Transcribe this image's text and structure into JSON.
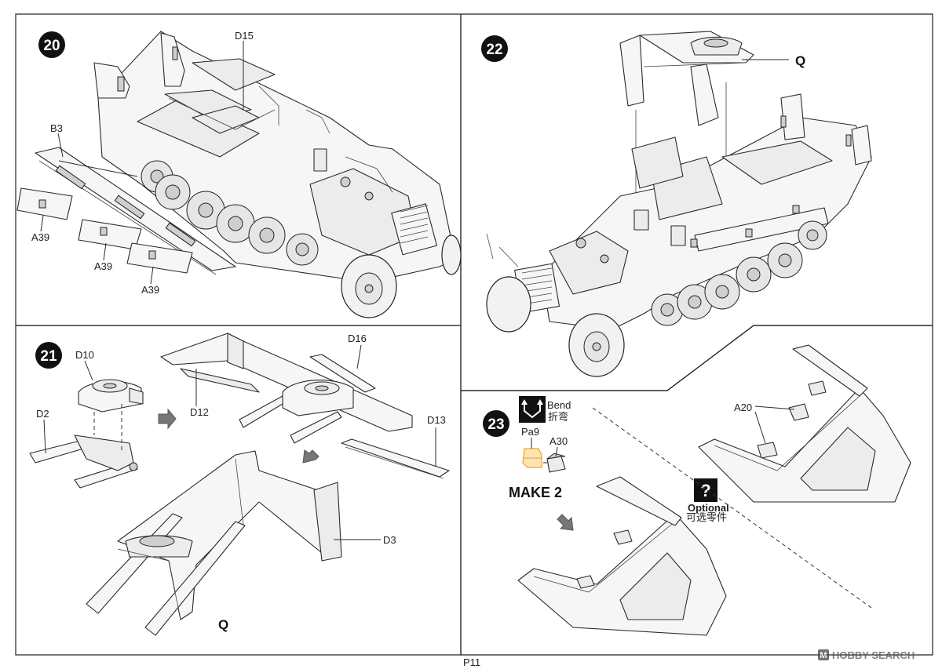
{
  "page_number": "P11",
  "steps": [
    {
      "number": "20",
      "labels": {
        "d15": "D15",
        "b3": "B3",
        "a39_1": "A39",
        "a39_2": "A39",
        "a39_3": "A39"
      }
    },
    {
      "number": "21",
      "labels": {
        "d10": "D10",
        "d16": "D16",
        "d2": "D2",
        "d12": "D12",
        "d13": "D13",
        "d3": "D3",
        "q": "Q"
      }
    },
    {
      "number": "22",
      "labels": {
        "q": "Q"
      }
    },
    {
      "number": "23",
      "bend_label": "Bend",
      "bend_label_cn": "折弯",
      "labels": {
        "pa9": "Pa9",
        "a30": "A30",
        "a20": "A20"
      },
      "make_text": "MAKE 2",
      "optional_icon": "?",
      "optional_label": "Optional",
      "optional_label_cn": "可选零件"
    }
  ],
  "watermark": {
    "brand": "HOBBY SEARCH",
    "icon": "hobby-search-logo-icon"
  },
  "colors": {
    "line": "#2a2a2a",
    "step_badge": "#111111",
    "arrow": "#777777",
    "part_highlight": "#f0a030"
  }
}
